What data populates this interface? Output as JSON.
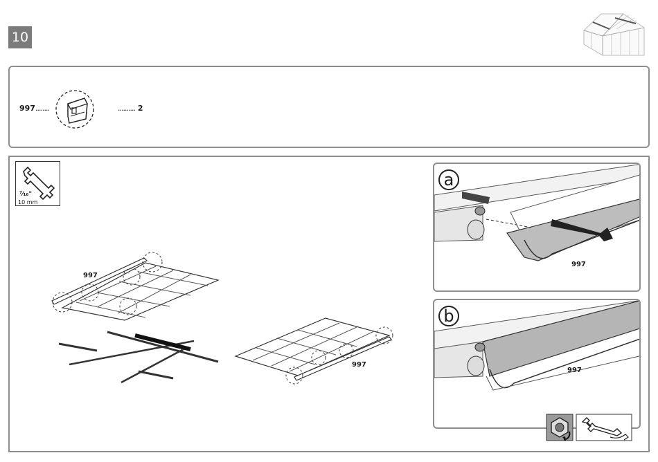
{
  "step": {
    "number": "10"
  },
  "parts": {
    "code": "997",
    "dots_left": "........",
    "dots_right": "..........",
    "quantity": "2"
  },
  "tool": {
    "size": "⁷⁄₁₆\"",
    "mm": "10 mm"
  },
  "assembly": {
    "label_left": "997",
    "label_right": "997"
  },
  "detail_a": {
    "letter": "a",
    "label": "997"
  },
  "detail_b": {
    "letter": "b",
    "label": "997"
  }
}
